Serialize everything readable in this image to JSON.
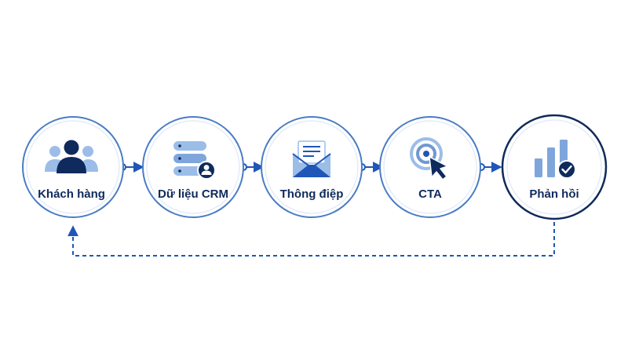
{
  "colors": {
    "navy": "#0f2a5c",
    "accent": "#1f56b8",
    "light": "#9bbde8",
    "ring": "#4a7cc4",
    "ring_strong": "#0f2a5c",
    "background": "#ffffff"
  },
  "nodes": [
    {
      "label": "Khách hàng",
      "icon": "users-group-icon"
    },
    {
      "label": "Dữ liệu CRM",
      "icon": "database-user-icon"
    },
    {
      "label": "Thông điệp",
      "icon": "envelope-letter-icon"
    },
    {
      "label": "CTA",
      "icon": "target-cursor-icon"
    },
    {
      "label": "Phản hồi",
      "icon": "bar-chart-check-icon"
    }
  ],
  "edges": [
    {
      "from": "Khách hàng",
      "to": "Dữ liệu CRM",
      "style": "solid"
    },
    {
      "from": "Dữ liệu CRM",
      "to": "Thông điệp",
      "style": "solid"
    },
    {
      "from": "Thông điệp",
      "to": "CTA",
      "style": "solid"
    },
    {
      "from": "CTA",
      "to": "Phản hồi",
      "style": "solid"
    },
    {
      "from": "Phản hồi",
      "to": "Khách hàng",
      "style": "dashed"
    }
  ]
}
